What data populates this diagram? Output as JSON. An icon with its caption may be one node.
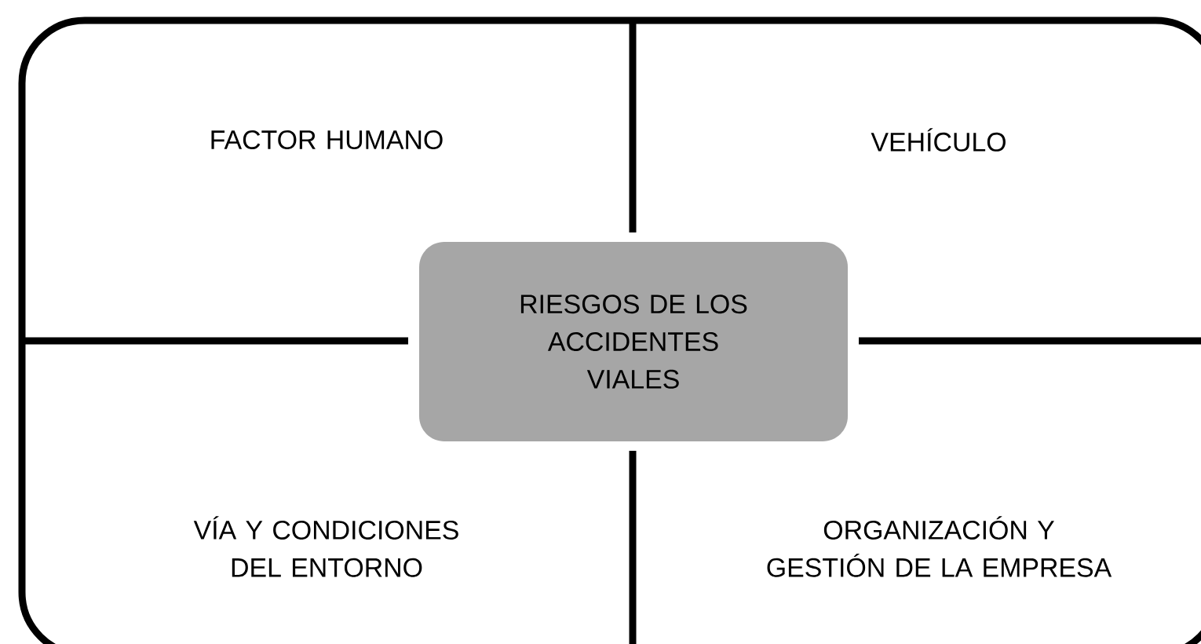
{
  "diagram": {
    "nodes": [
      {
        "text": [],
        "shape": "box"
      },
      {
        "text": [
          "RIESGOS DE LOS ACCIDENTES VIALES"
        ],
        "in": 0
      }
    ],
    "labels": [
      "FACTOR HUMANO",
      "VEHÍCULO",
      "VÍA Y CONDICIONES DEL ENTORNO",
      "ORGANIZACIÓN Y GESTIÓN DE LA EMPRESA"
    ]
  }
}
